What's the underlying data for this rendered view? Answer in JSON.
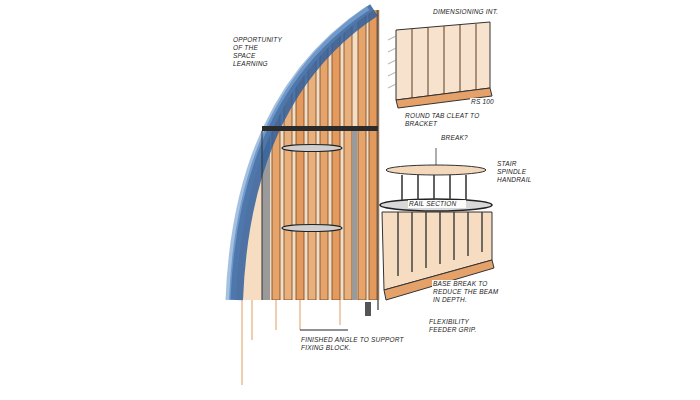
{
  "diagram": {
    "labels": [
      "OPPORTUNITY OF THE SPACE LEARNING",
      "DIMENSIONING INT.",
      "RS 100",
      "ROUND TAB CLEAT TO BRACKET",
      "BREAK?",
      "STAIR SPINDLE HANDRAIL",
      "RAIL SECTION",
      "BASE BREAK TO REDUCE THE BEAM IN DEPTH.",
      "FLEXIBILITY FEEDER GRIP.",
      "FINISHED ANGLE TO SUPPORT FIXING BLOCK."
    ]
  }
}
